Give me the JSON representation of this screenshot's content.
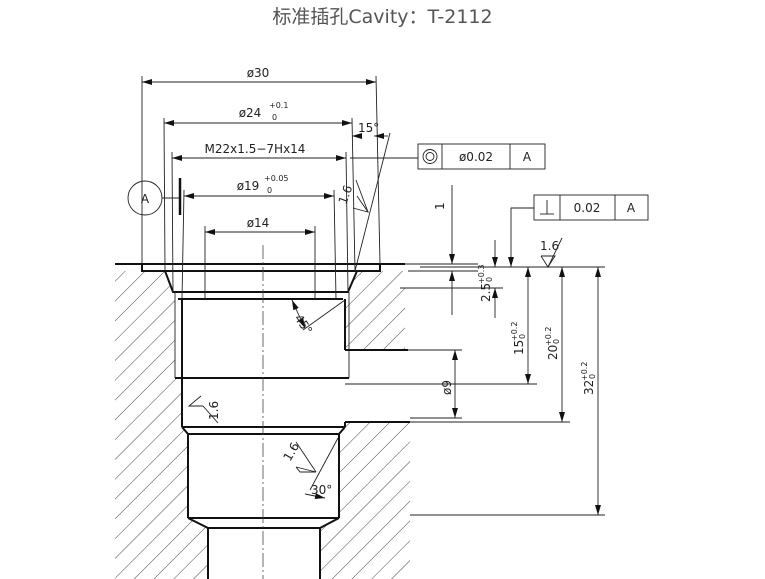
{
  "title": "标准插孔Cavity：T-2112",
  "datum": "A",
  "dimensions": {
    "d30": "ø30",
    "d24": "ø24",
    "d24_tol_up": "+0.1",
    "d24_tol_low": "0",
    "angle15": "15°",
    "thread": "M22x1.5−7Hx14",
    "d19": "ø19",
    "d19_tol_up": "+0.05",
    "d19_tol_low": "0",
    "d14": "ø14",
    "depth1": "1",
    "depth25": "2.5",
    "depth25_tol_up": "+0.3",
    "depth25_tol_low": "0",
    "depth15": "15",
    "depth15_tol_up": "+0.2",
    "depth15_tol_low": "0",
    "depth20": "20",
    "depth20_tol_up": "+0.2",
    "depth20_tol_low": "0",
    "depth32": "32",
    "depth32_tol_up": "+0.2",
    "depth32_tol_low": "0",
    "d9": "ø9",
    "angle45": "45°",
    "angle30": "30°"
  },
  "roughness": [
    "1.6",
    "1.6",
    "1.6",
    "1.6"
  ],
  "tolerance_frames": [
    {
      "symbol": "concentricity",
      "value": "ø0.02",
      "datum": "A"
    },
    {
      "symbol": "perpendicularity",
      "value": "0.02",
      "datum": "A"
    }
  ]
}
